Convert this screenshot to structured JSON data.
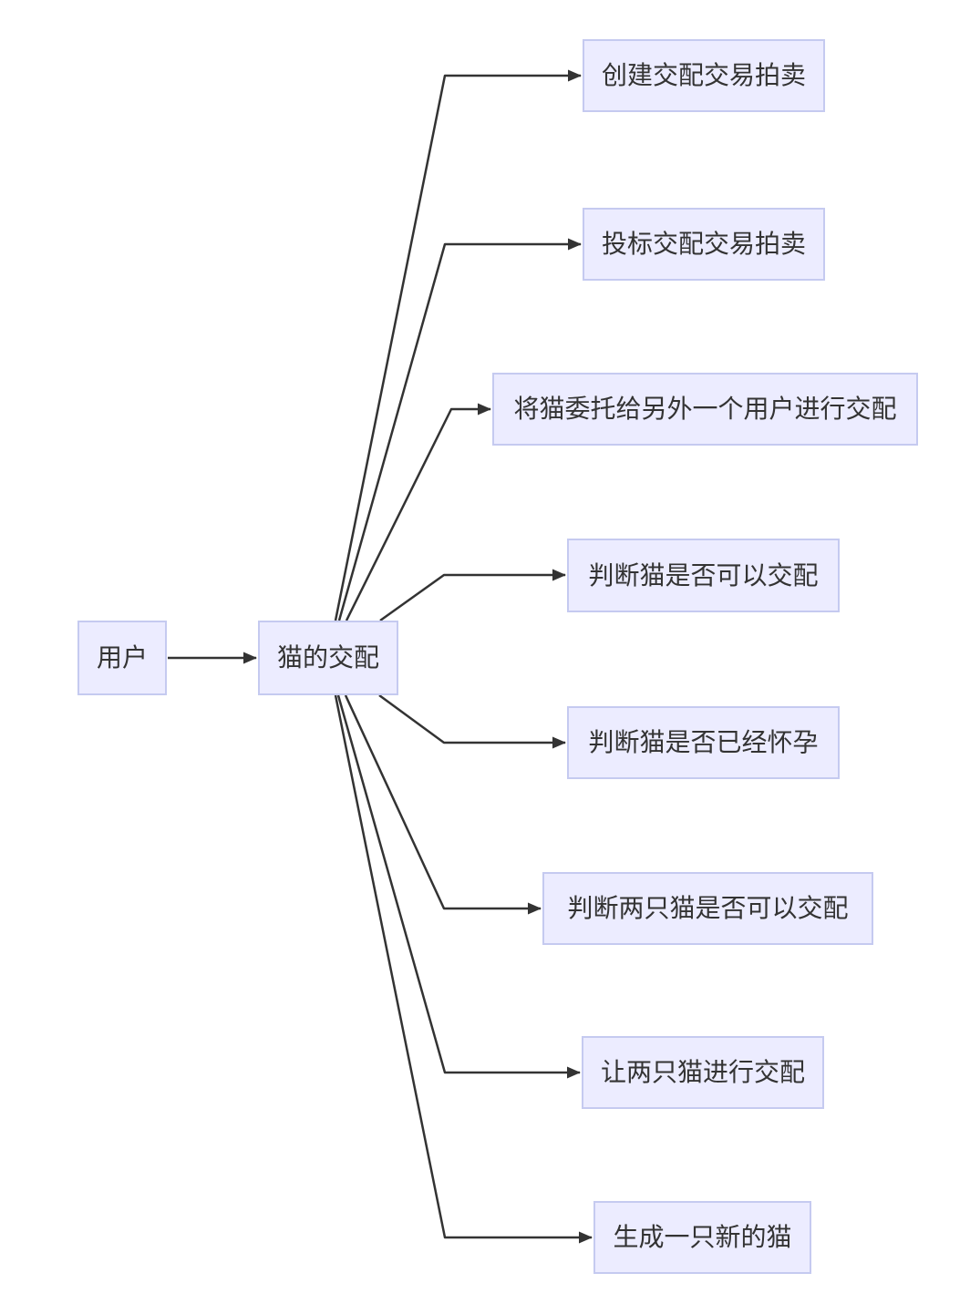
{
  "diagram": {
    "type": "flowchart-left-to-right",
    "colors": {
      "background": "#ffffff",
      "node_fill": "#ececff",
      "node_border": "#c5caf0",
      "text": "#333333",
      "line": "#333333"
    },
    "nodes": {
      "user": {
        "label": "用户"
      },
      "hub": {
        "label": "猫的交配"
      }
    },
    "targets": [
      {
        "label": "创建交配交易拍卖"
      },
      {
        "label": "投标交配交易拍卖"
      },
      {
        "label": "将猫委托给另外一个用户进行交配"
      },
      {
        "label": "判断猫是否可以交配"
      },
      {
        "label": "判断猫是否已经怀孕"
      },
      {
        "label": "判断两只猫是否可以交配"
      },
      {
        "label": "让两只猫进行交配"
      },
      {
        "label": "生成一只新的猫"
      }
    ],
    "edges": [
      {
        "from": "user",
        "to": "hub"
      },
      {
        "from": "hub",
        "to": "创建交配交易拍卖"
      },
      {
        "from": "hub",
        "to": "投标交配交易拍卖"
      },
      {
        "from": "hub",
        "to": "将猫委托给另外一个用户进行交配"
      },
      {
        "from": "hub",
        "to": "判断猫是否可以交配"
      },
      {
        "from": "hub",
        "to": "判断猫是否已经怀孕"
      },
      {
        "from": "hub",
        "to": "判断两只猫是否可以交配"
      },
      {
        "from": "hub",
        "to": "让两只猫进行交配"
      },
      {
        "from": "hub",
        "to": "生成一只新的猫"
      }
    ]
  }
}
